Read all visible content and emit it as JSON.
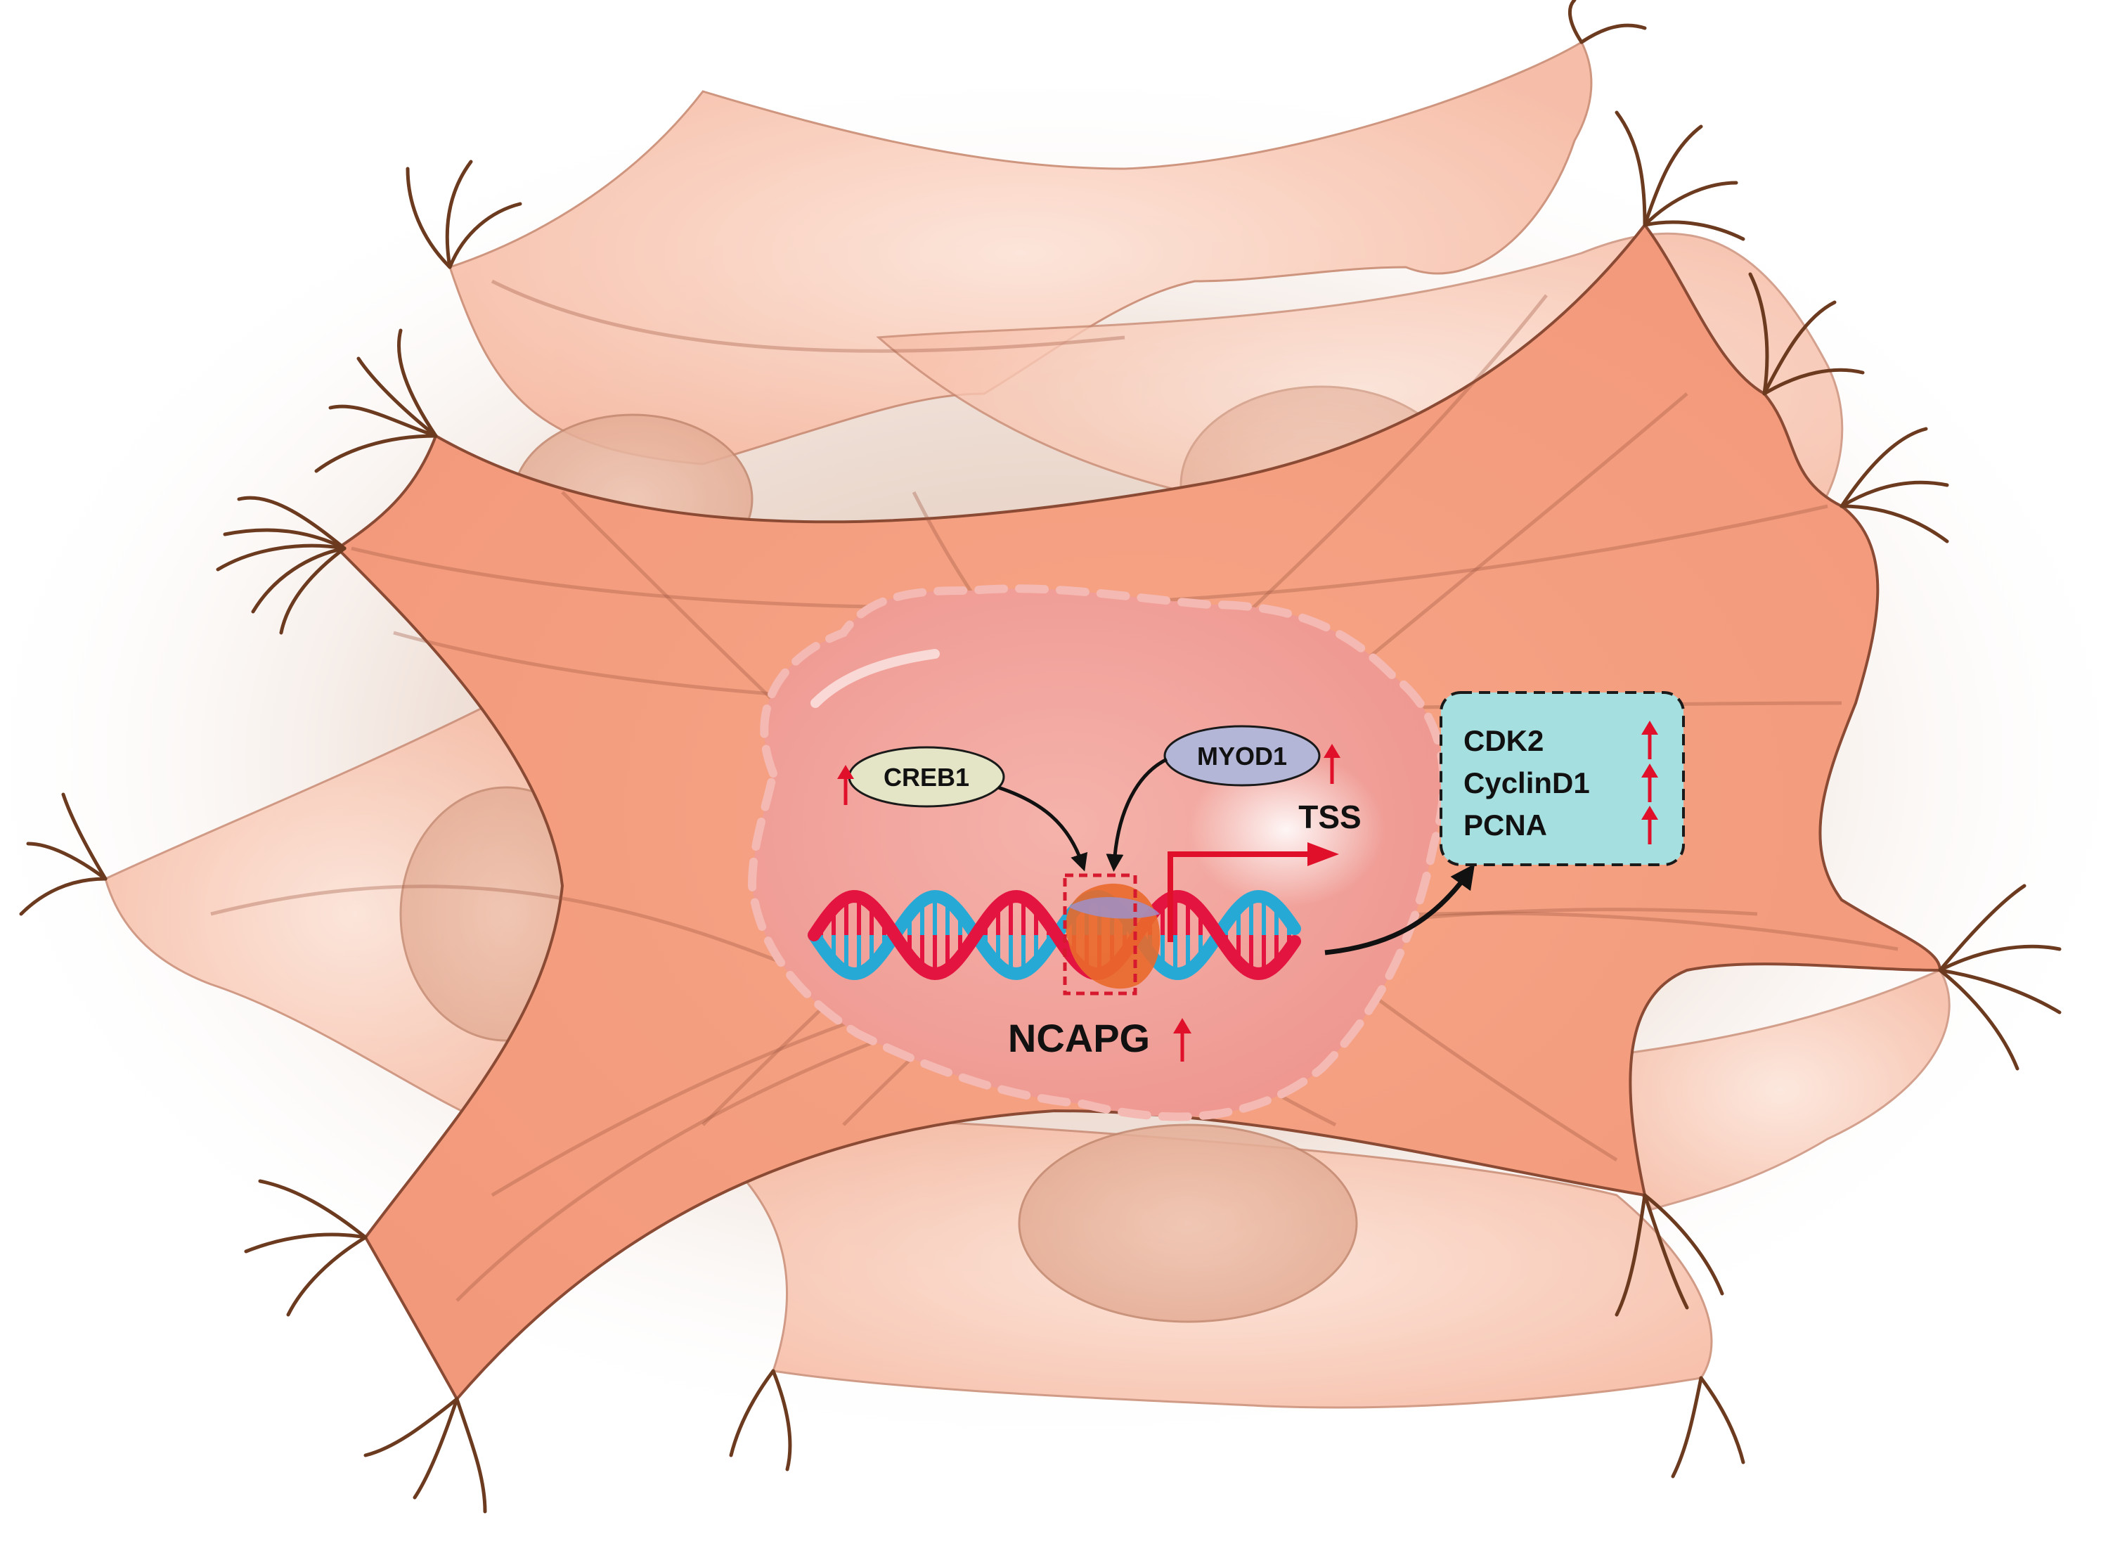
{
  "nucleus": {
    "factors": [
      {
        "label": "CREB1"
      },
      {
        "label": "MYOD1"
      }
    ],
    "tss_label": "TSS",
    "gene_label": "NCAPG"
  },
  "targets": {
    "items": [
      {
        "label": "CDK2"
      },
      {
        "label": "CyclinD1"
      },
      {
        "label": "PCNA"
      }
    ]
  },
  "colors": {
    "cell_fill": "#f4a285",
    "cell_outline": "#8a4a34",
    "nucleus_fill": "#f2a39a",
    "filopodia": "#6b3a1f",
    "dna_red": "#e3143f",
    "dna_blue": "#27a9d6",
    "up_arrow": "#e0102a",
    "target_box": "#a6dfe0",
    "creb1_fill": "#e4e5c6",
    "myod1_fill": "#b4b6d8"
  },
  "icons": [
    "up-arrow-icon",
    "binding-arrow-icon",
    "tss-arrow-icon",
    "dna-helix-icon"
  ]
}
